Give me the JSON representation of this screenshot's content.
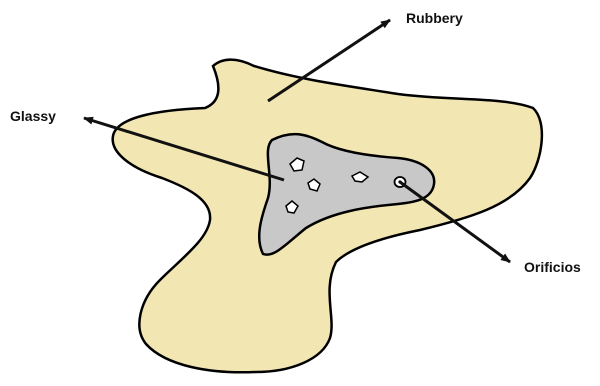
{
  "labels": {
    "rubbery": "Rubbery",
    "glassy": "Glassy",
    "orificios": "Orificios"
  },
  "colors": {
    "rubbery_region": "#f2e6b3",
    "glassy_region": "#c8c8c8",
    "outline": "#000000",
    "orifice_fill": "#ffffff"
  }
}
